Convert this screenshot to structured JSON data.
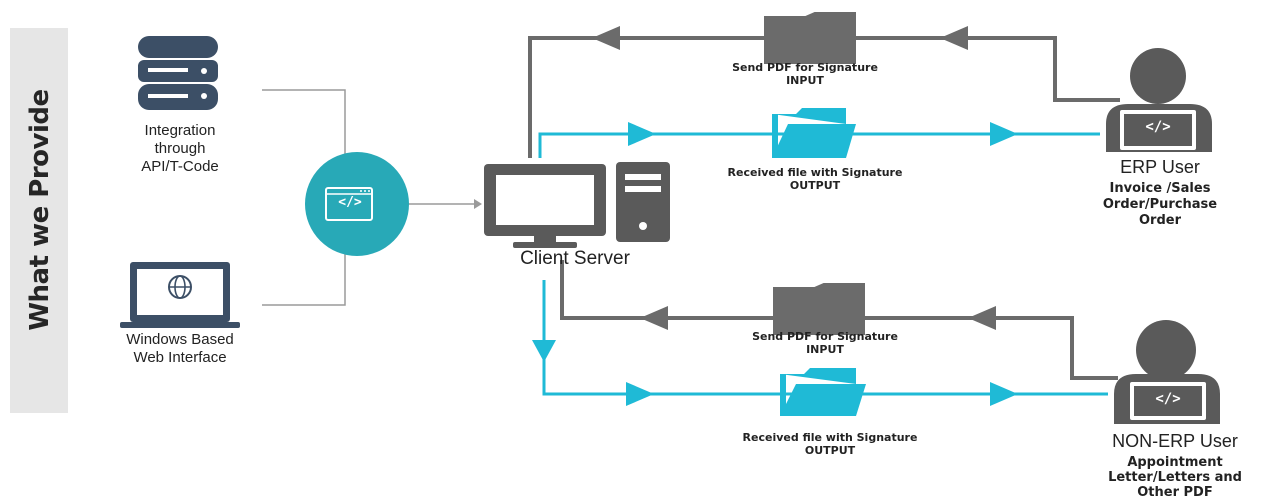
{
  "sidebar": {
    "title": "What we Provide"
  },
  "sources": {
    "api": {
      "label_lines": [
        "Integration",
        "through",
        "API/T-Code"
      ]
    },
    "web": {
      "label_lines": [
        "Windows Based",
        "Web Interface"
      ]
    }
  },
  "hub": {
    "code_text": "</>"
  },
  "server": {
    "label": "Client Server"
  },
  "flows": {
    "erp_send": {
      "lines": [
        "Send PDF for Signature",
        "INPUT"
      ]
    },
    "erp_receive": {
      "lines": [
        "Received file with Signature",
        "OUTPUT"
      ]
    },
    "nonerp_send": {
      "lines": [
        "Send PDF for Signature",
        "INPUT"
      ]
    },
    "nonerp_receive": {
      "lines": [
        "Received file with Signature",
        "OUTPUT"
      ]
    }
  },
  "users": {
    "erp": {
      "title": "ERP User",
      "lines": [
        "Invoice /Sales",
        "Order/Purchase",
        "Order"
      ],
      "code_text": "</>"
    },
    "nonerp": {
      "title": "NON-ERP User",
      "lines": [
        "Appointment",
        "Letter/Letters and",
        "Other PDF"
      ],
      "code_text": "</>"
    }
  },
  "colors": {
    "gray": "#6b6b6b",
    "cyan": "#1fbad6",
    "dark": "#3c4f66",
    "teal": "#28a9b7"
  }
}
